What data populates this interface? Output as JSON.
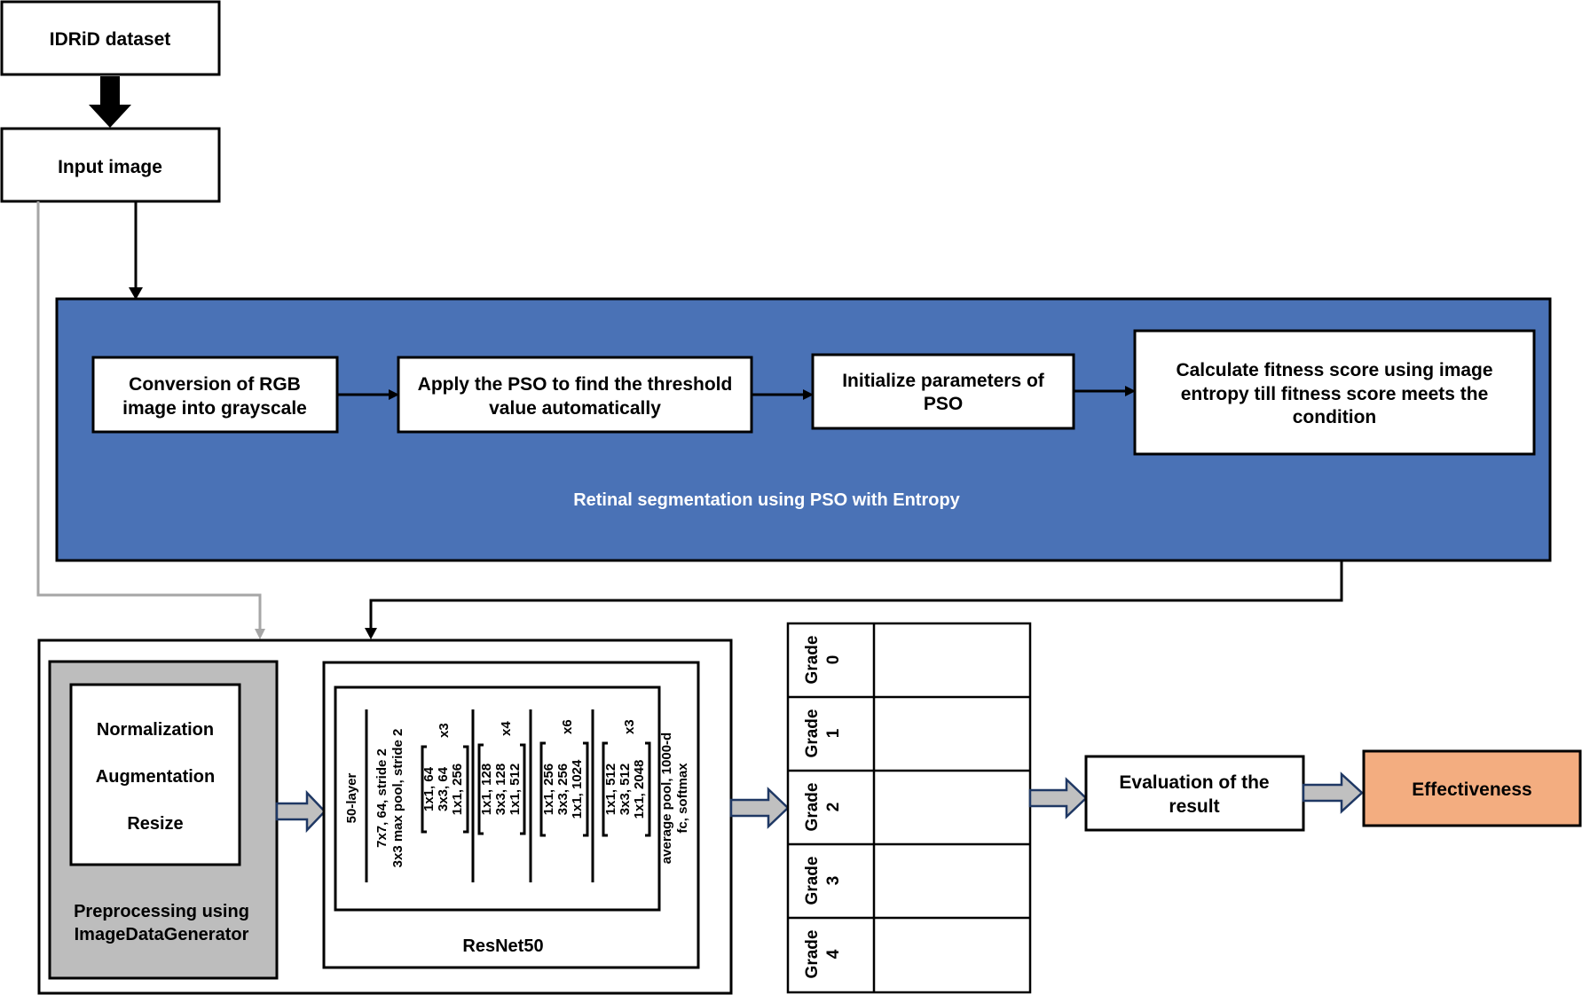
{
  "dataset_box": {
    "label": "IDRiD dataset"
  },
  "input_box": {
    "label": "Input image"
  },
  "segmentation": {
    "caption": "Retinal segmentation using PSO with Entropy",
    "steps": [
      {
        "line1": "Conversion of RGB",
        "line2": "image into grayscale"
      },
      {
        "line1": "Apply the PSO to find the threshold",
        "line2": "value automatically"
      },
      {
        "line1": "Initialize parameters of",
        "line2": "PSO"
      },
      {
        "line1": "Calculate fitness score using image",
        "line2": "entropy till fitness score meets the",
        "line3": "condition"
      }
    ]
  },
  "preprocessing": {
    "items": [
      "Normalization",
      "Augmentation",
      "Resize"
    ],
    "caption_line1": "Preprocessing using",
    "caption_line2": "ImageDataGenerator"
  },
  "resnet": {
    "caption": "ResNet50",
    "layers_label": "50-layer",
    "conv1_line1": "7x7, 64, stride 2",
    "conv1_line2": "3x3 max pool, stride 2",
    "blocks": [
      {
        "rows": [
          "1x1, 64",
          "3x3, 64",
          "1x1, 256"
        ],
        "repeat": "x3"
      },
      {
        "rows": [
          "1x1, 128",
          "3x3, 128",
          "1x1, 512"
        ],
        "repeat": "x4"
      },
      {
        "rows": [
          "1x1, 256",
          "3x3, 256",
          "1x1, 1024"
        ],
        "repeat": "x6"
      },
      {
        "rows": [
          "1x1, 512",
          "3x3, 512",
          "1x1, 2048"
        ],
        "repeat": "x3"
      }
    ],
    "head_line1": "average pool, 1000-d",
    "head_line2": "fc, softmax"
  },
  "grades": [
    {
      "word": "Grade",
      "num": "0"
    },
    {
      "word": "Grade",
      "num": "1"
    },
    {
      "word": "Grade",
      "num": "2"
    },
    {
      "word": "Grade",
      "num": "3"
    },
    {
      "word": "Grade",
      "num": "4"
    }
  ],
  "evaluation": {
    "line1": "Evaluation of the",
    "line2": "result"
  },
  "effectiveness": {
    "label": "Effectiveness"
  },
  "colors": {
    "segmentation_panel": "#4a72b6",
    "preprocessing_panel": "#bdbdbd",
    "effectiveness_box": "#f3ad80",
    "hollow_arrow": "#c0c0c0",
    "hollow_arrow_outline": "#1f3864"
  }
}
